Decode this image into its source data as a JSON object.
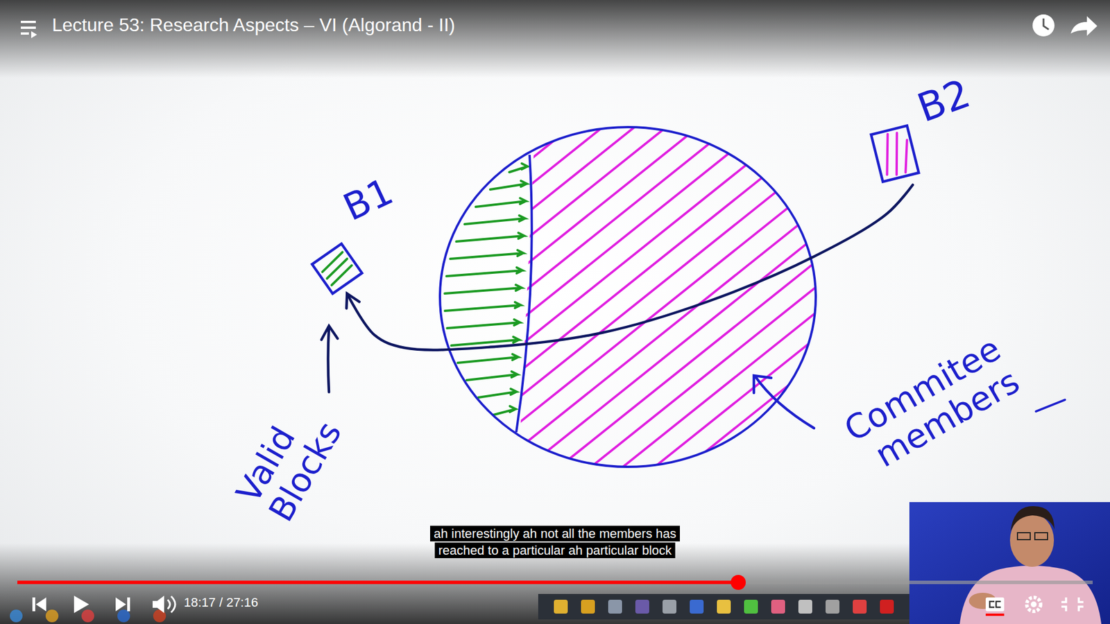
{
  "diagram": {
    "title": "Lecture 53: Research Aspects – VI (Algorand - II)",
    "caption": "ah interestingly ah not all the members has reached to a particular ah particular block",
    "nodes": [
      {
        "text": [
          "B1"
        ]
      },
      {
        "text": [
          "B2"
        ]
      }
    ],
    "edges": [
      {
        "from": 1,
        "to": 0,
        "arrow": "to"
      }
    ],
    "labels": [
      "Valid Blocks",
      "Commitee members",
      "18:17 / 27:16"
    ]
  }
}
